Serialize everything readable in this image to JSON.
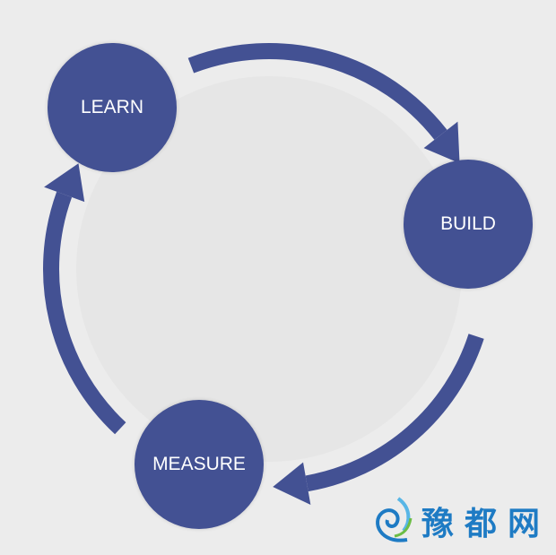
{
  "diagram": {
    "nodes": [
      {
        "id": "learn",
        "label": "LEARN"
      },
      {
        "id": "build",
        "label": "BUILD"
      },
      {
        "id": "measure",
        "label": "MEASURE"
      }
    ],
    "edges": [
      {
        "from": "learn",
        "to": "build"
      },
      {
        "from": "build",
        "to": "measure"
      },
      {
        "from": "measure",
        "to": "learn"
      }
    ],
    "colors": {
      "node": "#435193",
      "arrow": "#435193",
      "background": "#ececec",
      "inner_circle": "#e6e6e6"
    }
  },
  "watermark": {
    "text": "豫都网"
  }
}
